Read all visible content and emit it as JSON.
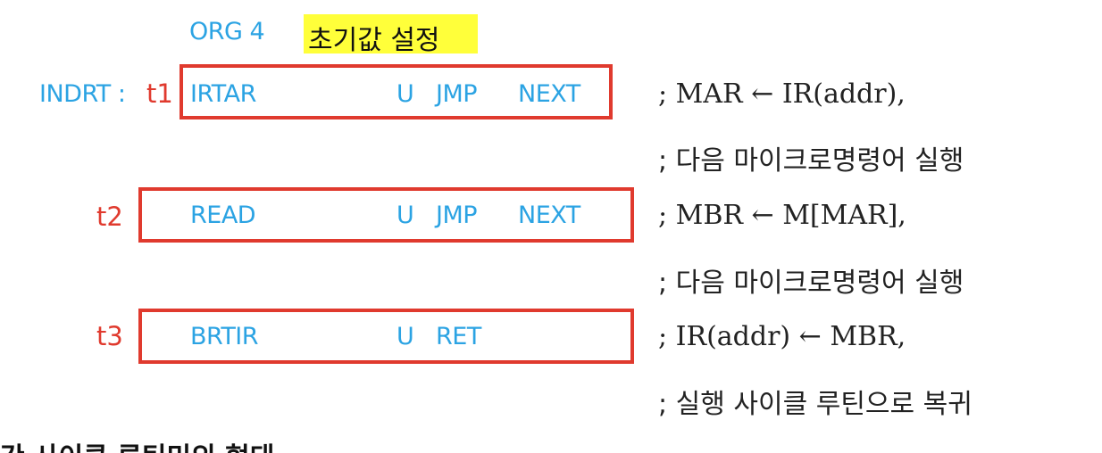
{
  "header": {
    "org": "ORG 4",
    "highlight_label": "초기값 설정",
    "highlight_color": "#ffff3a"
  },
  "colors": {
    "code": "#2ba3e3",
    "box": "#e03a2e",
    "text": "#222222"
  },
  "routine": {
    "label": "INDRT :",
    "rows": [
      {
        "t": "t1",
        "op": "IRTAR",
        "cond": "U",
        "br": "JMP",
        "ad": "NEXT",
        "comment1": "; MAR ← IR(addr),",
        "comment2": "; 다음 마이크로명령어 실행"
      },
      {
        "t": "t2",
        "op": "READ",
        "cond": "U",
        "br": "JMP",
        "ad": "NEXT",
        "comment1": "; MBR ← M[MAR],",
        "comment2": "; 다음 마이크로명령어 실행"
      },
      {
        "t": "t3",
        "op": "BRTIR",
        "cond": "U",
        "br": "RET",
        "ad": "",
        "comment1": "; IR(addr) ← MBR,",
        "comment2": "; 실행 사이클 루틴으로 복귀"
      }
    ]
  },
  "footer_partial": "간 사이클 루틴미의 형태"
}
